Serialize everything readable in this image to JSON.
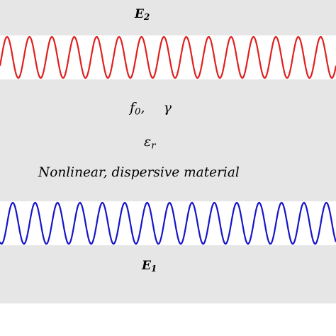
{
  "diagram": {
    "top_field": {
      "symbol": "E",
      "subscript": "2"
    },
    "bottom_field": {
      "symbol": "E",
      "subscript": "1"
    },
    "params_line1": {
      "f_symbol": "f",
      "f_subscript": "0",
      "separator": ",",
      "gamma": "γ"
    },
    "params_line2": {
      "epsilon_symbol": "ε",
      "epsilon_subscript": "r"
    },
    "material_label": "Nonlinear, dispersive material",
    "top_wave_color": "#e02020",
    "bottom_wave_color": "#1515c8",
    "background_color": "#e6e6e6",
    "wave_periods_visible": 15
  }
}
